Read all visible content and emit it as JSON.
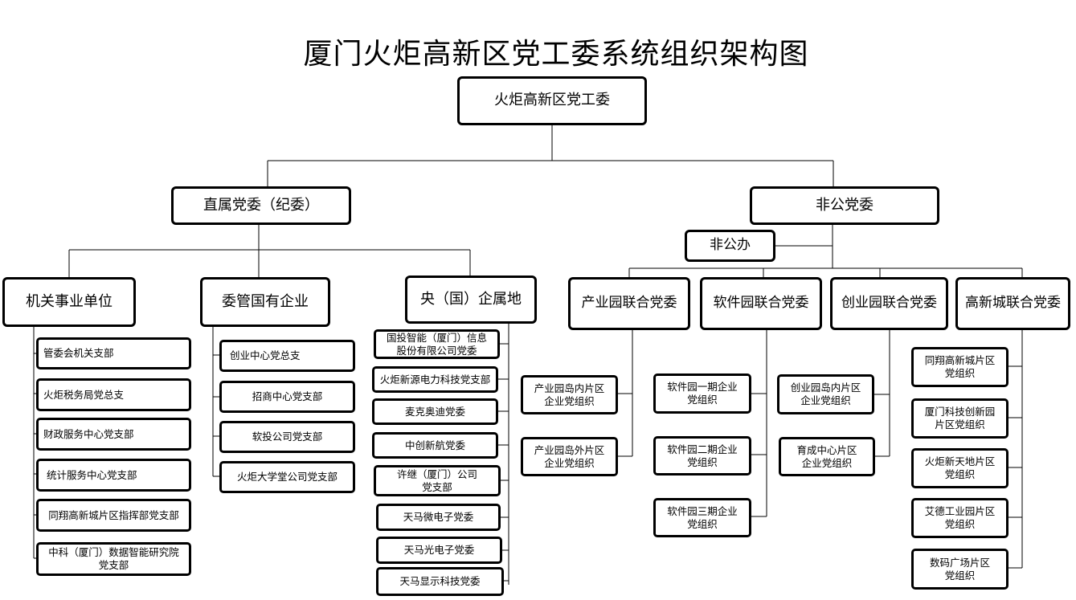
{
  "title": "厦门火炬高新区党工委系统组织架构图",
  "root": "火炬高新区党工委",
  "direct": "直属党委（纪委）",
  "nonpublic": "非公党委",
  "nonpublic_office": "非公办",
  "groups": {
    "g1": "机关事业单位",
    "g2": "委管国有企业",
    "g3": "央（国）企属地",
    "p1": "产业园联合党委",
    "p2": "软件园联合党委",
    "p3": "创业园联合党委",
    "p4": "高新城联合党委"
  },
  "g1_items": [
    "管委会机关支部",
    "火炬税务局党总支",
    "财政服务中心党支部",
    "统计服务中心党支部",
    "同翔高新城片区指挥部党支部",
    "中科（厦门）数据智能研究院\n党支部"
  ],
  "g2_items": [
    "创业中心党总支",
    "招商中心党支部",
    "软投公司党支部",
    "火炬大学堂公司党支部"
  ],
  "g3_items": [
    "国投智能（厦门）信息\n股份有限公司党委",
    "火炬新源电力科技党支部",
    "麦克奥迪党委",
    "中创新航党委",
    "许继（厦门）公司\n党支部",
    "天马微电子党委",
    "天马光电子党委",
    "天马显示科技党委"
  ],
  "p1_items": [
    "产业园岛内片区\n企业党组织",
    "产业园岛外片区\n企业党组织"
  ],
  "p2_items": [
    "软件园一期企业\n党组织",
    "软件园二期企业\n党组织",
    "软件园三期企业\n党组织"
  ],
  "p3_items": [
    "创业园岛内片区\n企业党组织",
    "育成中心片区\n企业党组织"
  ],
  "p4_items": [
    "同翔高新城片区\n党组织",
    "厦门科技创新园\n片区党组织",
    "火炬新天地片区\n党组织",
    "艾德工业园片区\n党组织",
    "数码广场片区\n党组织"
  ]
}
